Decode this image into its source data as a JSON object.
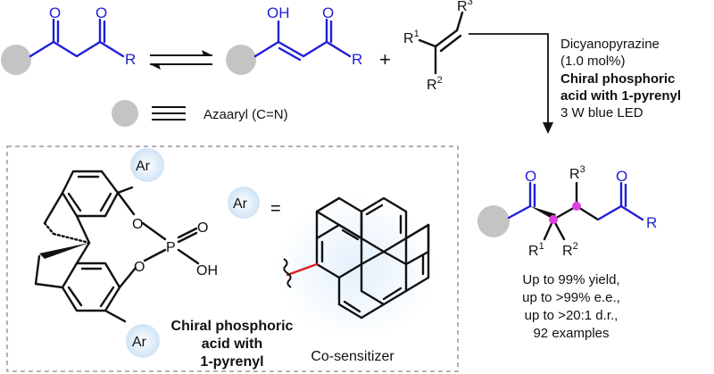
{
  "labels": {
    "O": "O",
    "OH": "OH",
    "R": "R",
    "P": "P",
    "Ar": "Ar",
    "equals": "=",
    "plus": "+",
    "R1": "R",
    "R2": "R",
    "R3": "R",
    "sup1": "1",
    "sup2": "2",
    "sup3": "3"
  },
  "legend": {
    "azaaryl": "Azaaryl (C=N)"
  },
  "conditions": {
    "line1": "Dicyanopyrazine",
    "line2": "(1.0 mol%)",
    "line3": "Chiral phosphoric",
    "line4": "acid with 1-pyrenyl",
    "line5": "3 W blue LED"
  },
  "catalyst": {
    "name_line1": "Chiral phosphoric",
    "name_line2": "acid with",
    "name_line3": "1-pyrenyl",
    "cosensitizer": "Co-sensitizer"
  },
  "results": {
    "line1": "Up to 99% yield,",
    "line2": "up to >99% e.e.,",
    "line3": "up to >20:1 d.r.,",
    "line4": "92 examples"
  },
  "colors": {
    "blue": "#1f1fd6",
    "grey_circle": "#c4c4c4",
    "ar_bubble": "#d6e8f8",
    "stereocenter": "#e040e0",
    "red_bond": "#d92020",
    "box_border": "#9a9a9a"
  }
}
